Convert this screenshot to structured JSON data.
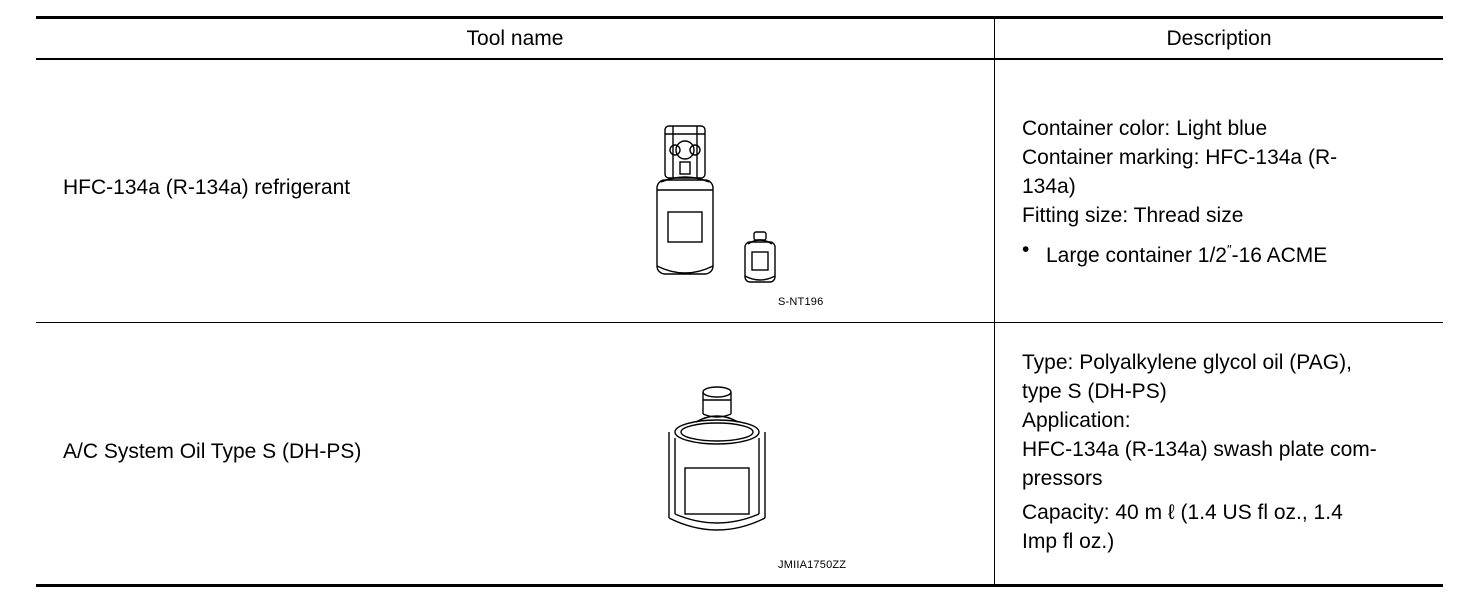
{
  "table": {
    "headers": {
      "tool_name": "Tool name",
      "description": "Description"
    },
    "rows": [
      {
        "tool_name": "HFC-134a (R-134a) refrigerant",
        "figure_code": "S-NT196",
        "description": {
          "line1": "Container color: Light blue",
          "line2": "Container marking: HFC-134a (R-",
          "line3": "134a)",
          "line4": "Fitting size: Thread size",
          "bullet_prefix": "Large container 1/2",
          "bullet_mark": "″",
          "bullet_suffix": "-16 ACME"
        }
      },
      {
        "tool_name": "A/C System Oil Type S (DH-PS)",
        "figure_code": "JMIIA1750ZZ",
        "description": {
          "line1": "Type: Polyalkylene glycol oil (PAG),",
          "line2": "type S (DH-PS)",
          "line3": "Application:",
          "line4": "HFC-134a (R-134a) swash plate com-",
          "line5": "pressors",
          "line6": "Capacity: 40 m ℓ  (1.4 US fl oz., 1.4",
          "line7": "Imp fl oz.)"
        }
      }
    ]
  }
}
